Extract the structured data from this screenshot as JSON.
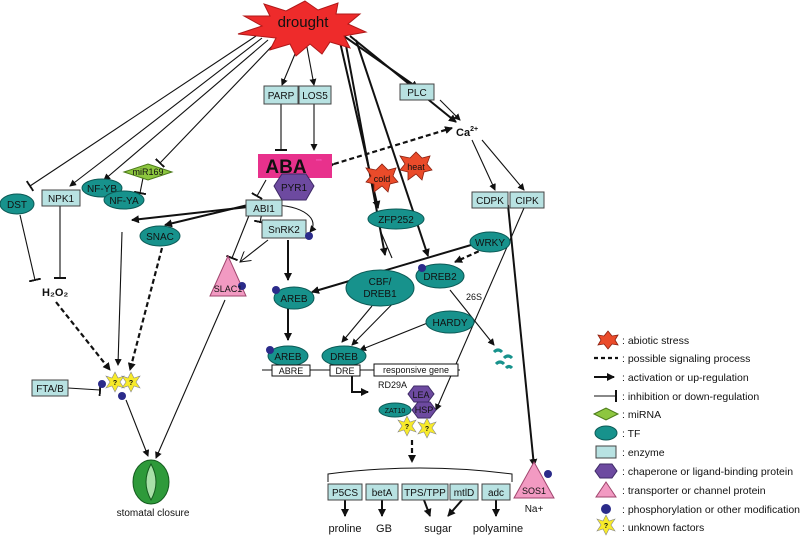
{
  "stimulus": "drought",
  "nodes": {
    "parp": "PARP",
    "los5": "LOS5",
    "plc": "PLC",
    "ca": "Ca",
    "ca_sup": "2+",
    "aba": "ABA",
    "aba_sup": "***",
    "pyr1": "PYR1",
    "abi1": "ABI1",
    "snrk2": "SnRK2",
    "dst": "DST",
    "npk1": "NPK1",
    "mir169": "miR169",
    "nfyb": "NF-YB",
    "nfya": "NF-YA",
    "snac": "SNAC",
    "slac1": "SLAC1",
    "h2o2": "H₂O₂",
    "fta": "FTA/B",
    "stomatal": "stomatal closure",
    "cold": "cold",
    "heat": "heat",
    "zfp252": "ZFP252",
    "cdpk": "CDPK",
    "cipk": "CIPK",
    "wrky": "WRKY",
    "areb": "AREB",
    "cbf1": "CBF/",
    "cbf2": "DREB1",
    "dreb2": "DREB2",
    "hardy": "HARDY",
    "s26": "26S",
    "areb2": "AREB",
    "dreb": "DREB",
    "abre": "ABRE",
    "dre": "DRE",
    "responsive": "responsive gene",
    "rd29a": "RD29A",
    "lea": "LEA",
    "zat10": "ZAT10",
    "hsp": "HSP",
    "sos1": "SOS1",
    "na": "Na+",
    "q": "?",
    "p5cs": "P5CS",
    "beta": "betA",
    "tps": "TPS/TPP",
    "mtld": "mtlD",
    "adc": "adc",
    "proline": "proline",
    "gb": "GB",
    "sugar": "sugar",
    "polyamine": "polyamine"
  },
  "legend": [
    {
      "key": "abiotic",
      "text": ": abiotic stress"
    },
    {
      "key": "possible",
      "text": ": possible signaling process"
    },
    {
      "key": "activation",
      "text": ": activation or up-regulation"
    },
    {
      "key": "inhibition",
      "text": ": inhibition or down-regulation"
    },
    {
      "key": "mirna",
      "text": ": miRNA"
    },
    {
      "key": "tf",
      "text": ": TF"
    },
    {
      "key": "enzyme",
      "text": ": enzyme"
    },
    {
      "key": "chaperone",
      "text": ": chaperone or ligand-binding protein"
    },
    {
      "key": "transporter",
      "text": ": transporter or channel protein"
    },
    {
      "key": "phospho",
      "text": ": phosphorylation or other modification"
    },
    {
      "key": "unknown",
      "text": ": unknown factors"
    }
  ],
  "colors": {
    "drought": "#ee2b2b",
    "tf": "#17928c",
    "enzyme": "#b8e2e2",
    "aba": "#e8318c",
    "mirna": "#8dc63f",
    "chaperone": "#6d4aa0",
    "transporter": "#f29ac2",
    "phospho": "#2b2b8a",
    "unknown": "#f7ea2a",
    "abiotic": "#ea4b2a",
    "stomata": "#2e9a3a"
  }
}
